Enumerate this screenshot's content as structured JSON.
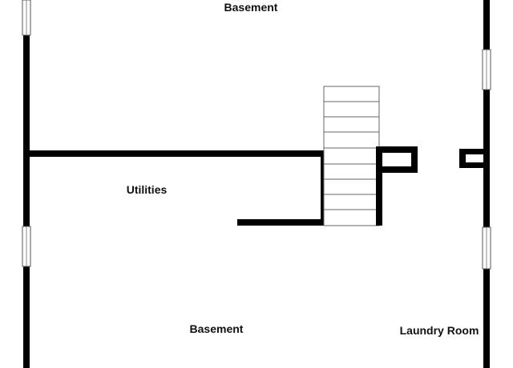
{
  "floorplan": {
    "rooms": [
      {
        "id": "basement-top",
        "label": "Basement"
      },
      {
        "id": "utilities",
        "label": "Utilities"
      },
      {
        "id": "basement-bottom",
        "label": "Basement"
      },
      {
        "id": "laundry",
        "label": "Laundry Room"
      }
    ],
    "colors": {
      "wall": "#000000",
      "background": "#ffffff"
    },
    "icons": [
      "stairs-icon",
      "window-icon",
      "chimney-icon"
    ]
  }
}
